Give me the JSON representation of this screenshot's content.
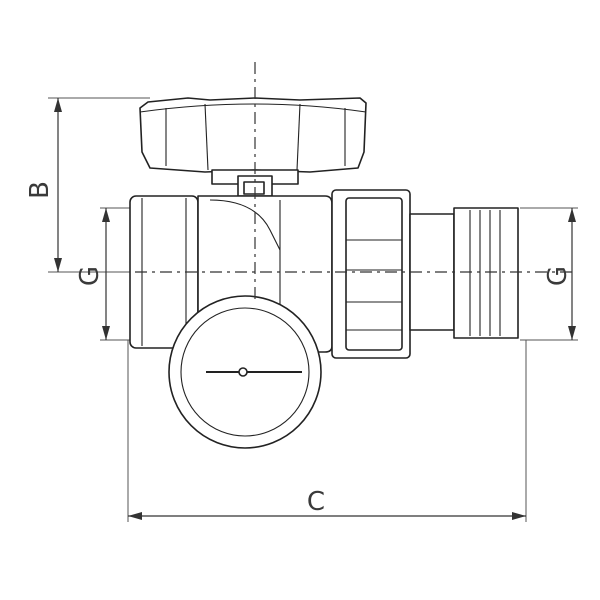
{
  "dimensions": {
    "height_label": "B",
    "thread_left_label": "G",
    "thread_right_label": "G",
    "length_label": "C"
  }
}
